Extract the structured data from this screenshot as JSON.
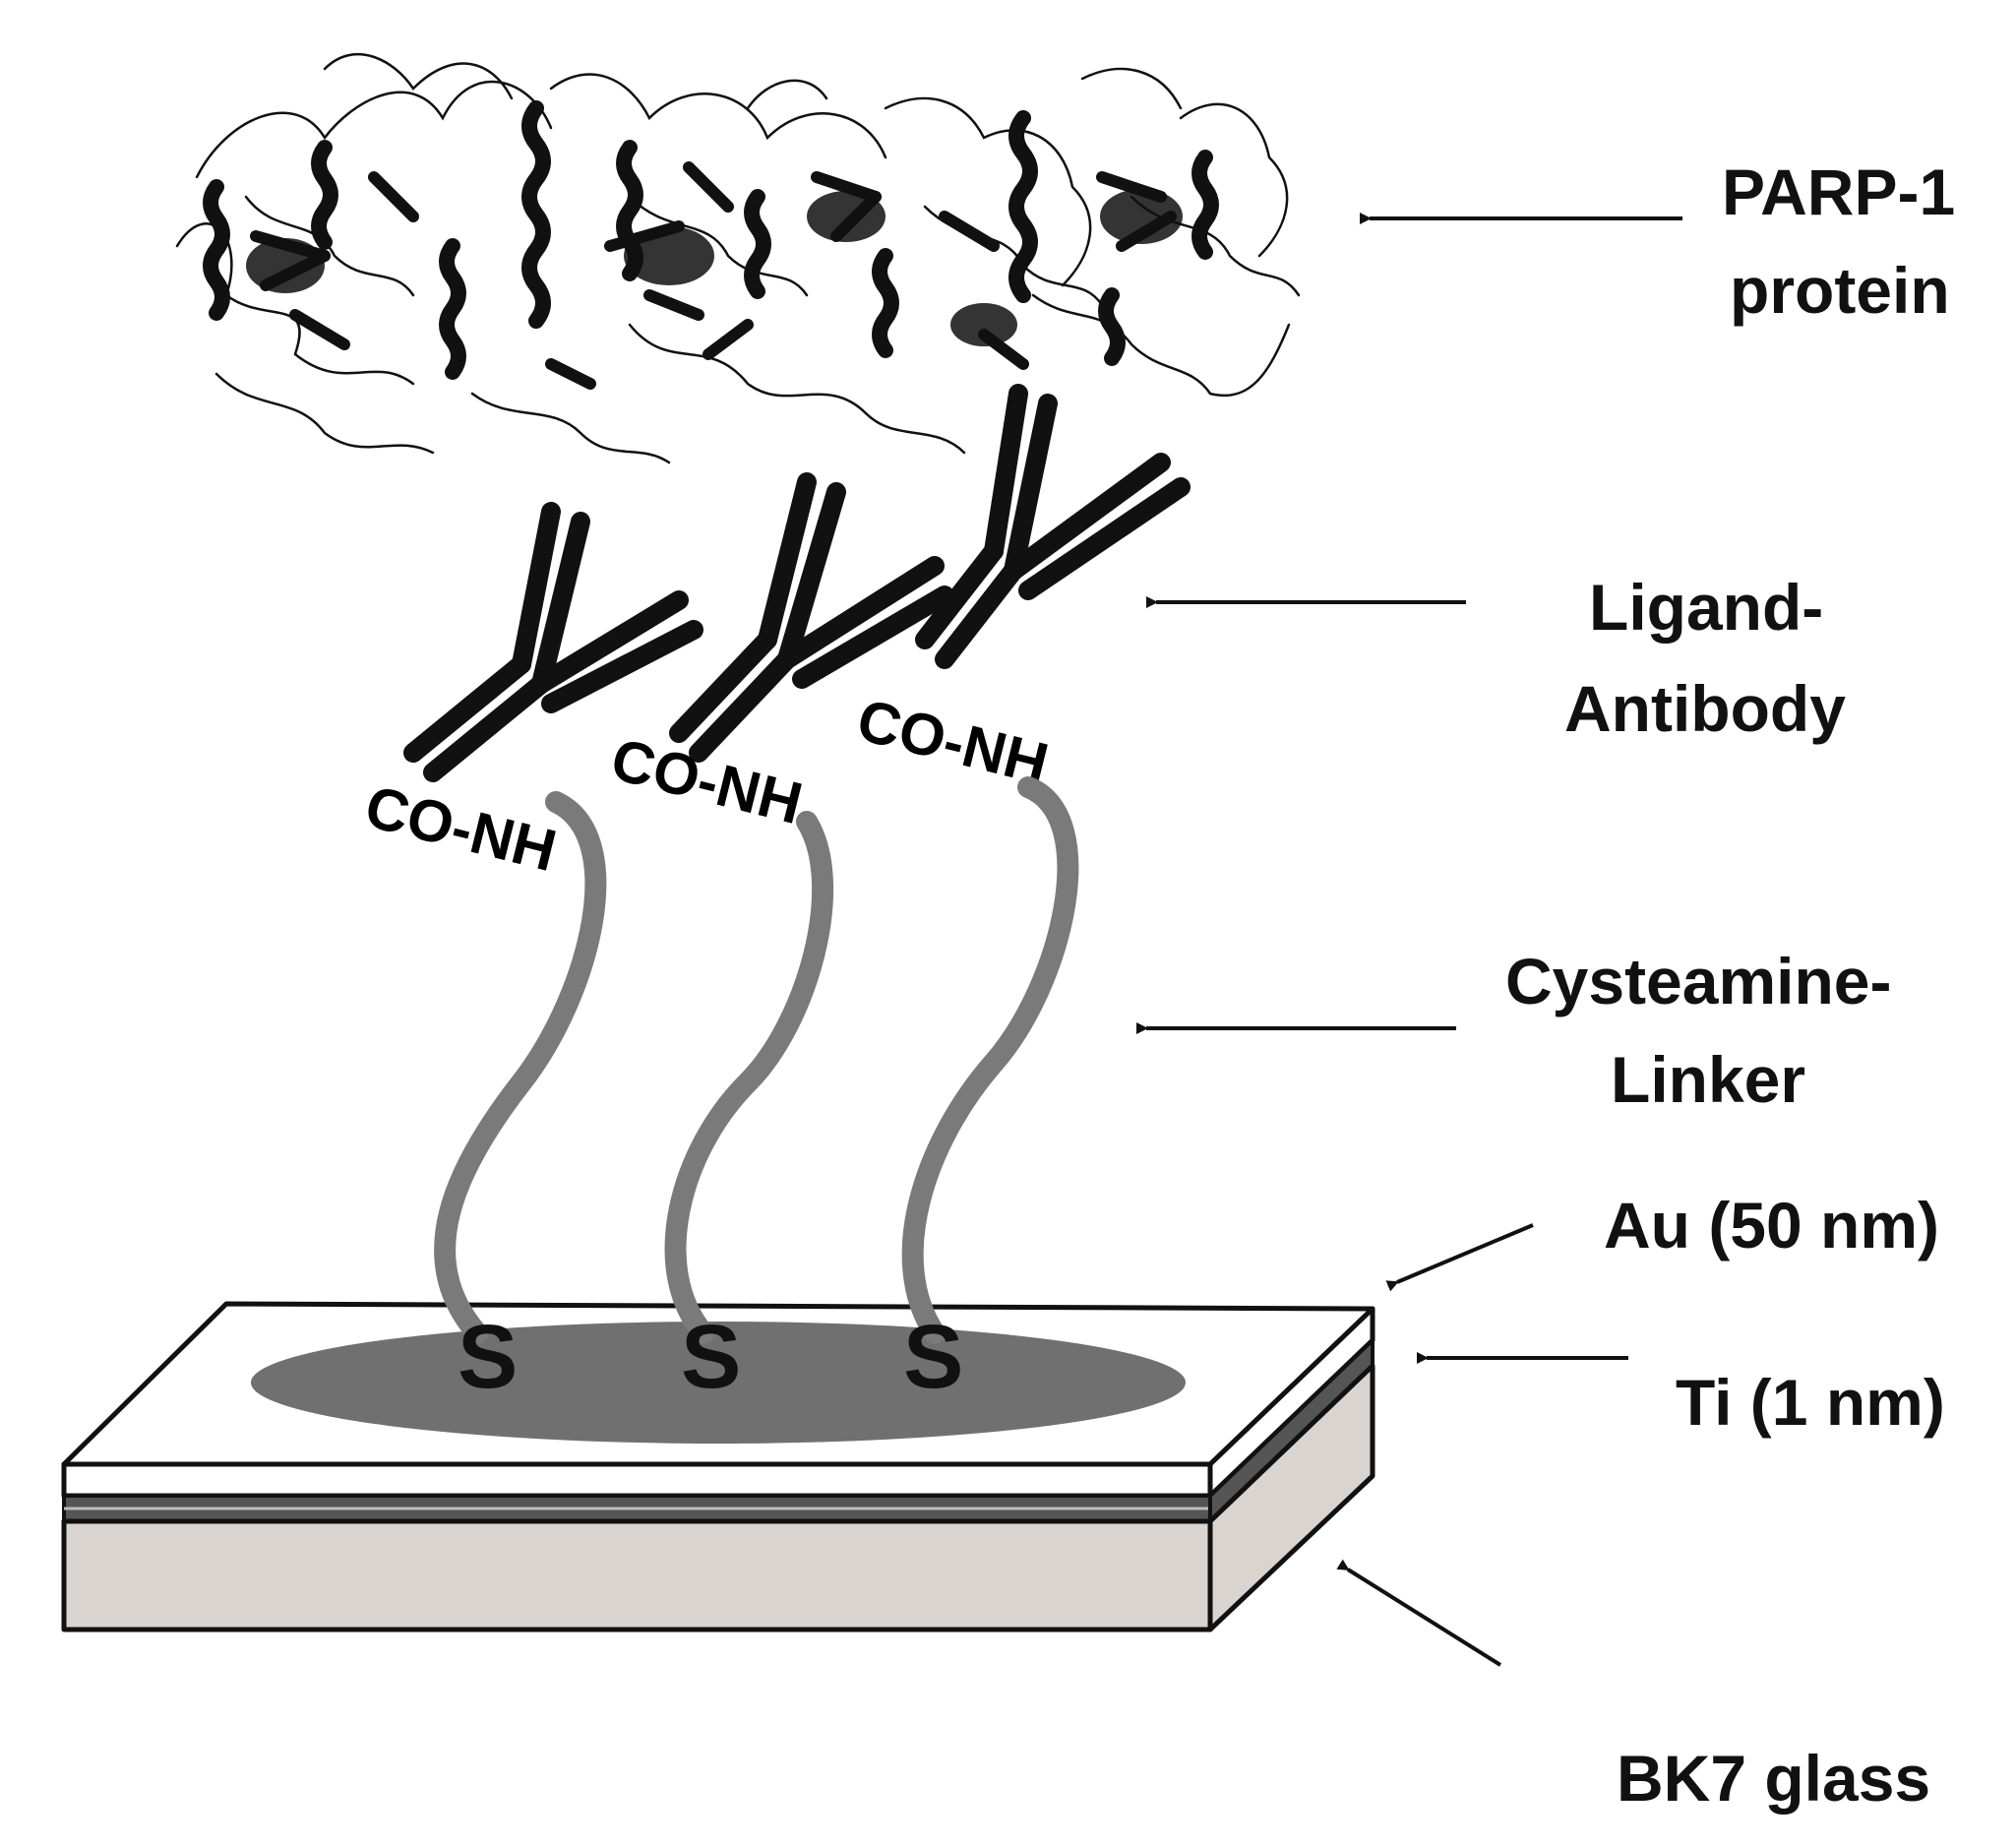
{
  "labels": {
    "parp_line1": "PARP-1",
    "parp_line2": "protein",
    "antibody_line1": "Ligand-",
    "antibody_line2": "Antibody",
    "linker_line1": "Cysteamine-",
    "linker_line2": "Linker",
    "au": "Au (50 nm)",
    "ti": "Ti (1 nm)",
    "glass": "BK7 glass"
  },
  "bond_label": "CO-NH",
  "sulfur_label": "S",
  "colors": {
    "ink": "#111111",
    "linker": "#7a7a7a",
    "au_spot": "#707070",
    "glass": "#d9d4d0",
    "ti_layer": "#555555",
    "au_layer": "#ffffff"
  }
}
